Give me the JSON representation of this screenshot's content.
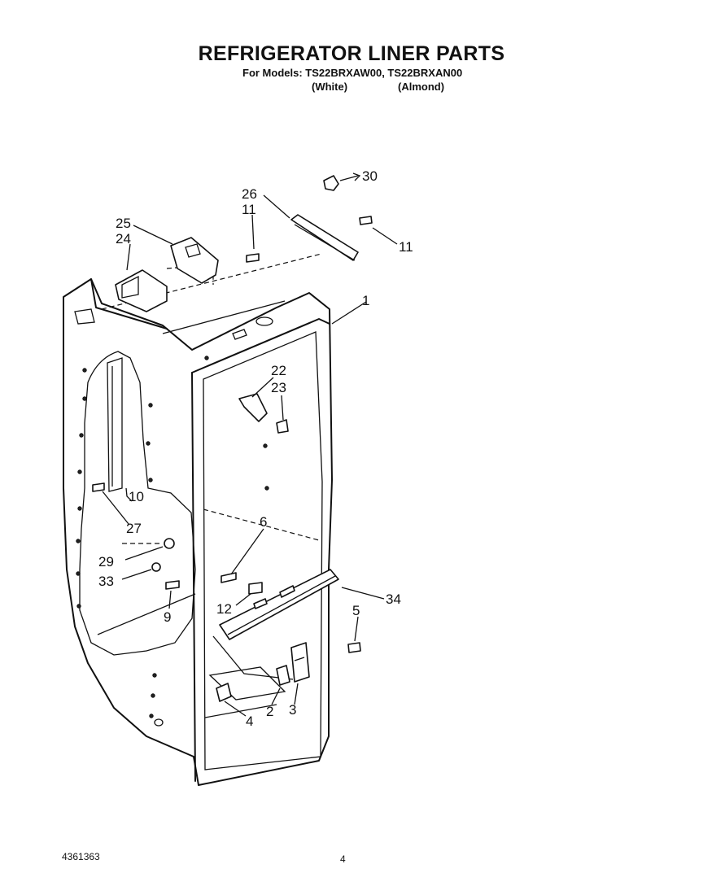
{
  "header": {
    "title": "REFRIGERATOR LINER PARTS",
    "models": "For Models: TS22BRXAW00, TS22BRXAN00",
    "color_white": "(White)",
    "color_almond": "(Almond)"
  },
  "footer": {
    "document_number": "4361363",
    "page_number": "4"
  },
  "callouts": {
    "c30": "30",
    "c26": "26",
    "c11a": "11",
    "c11b": "11",
    "c25": "25",
    "c24": "24",
    "c1": "1",
    "c22": "22",
    "c23": "23",
    "c10": "10",
    "c27": "27",
    "c6": "6",
    "c29": "29",
    "c33": "33",
    "c9": "9",
    "c12": "12",
    "c34": "34",
    "c5": "5",
    "c4": "4",
    "c2": "2",
    "c3": "3"
  }
}
